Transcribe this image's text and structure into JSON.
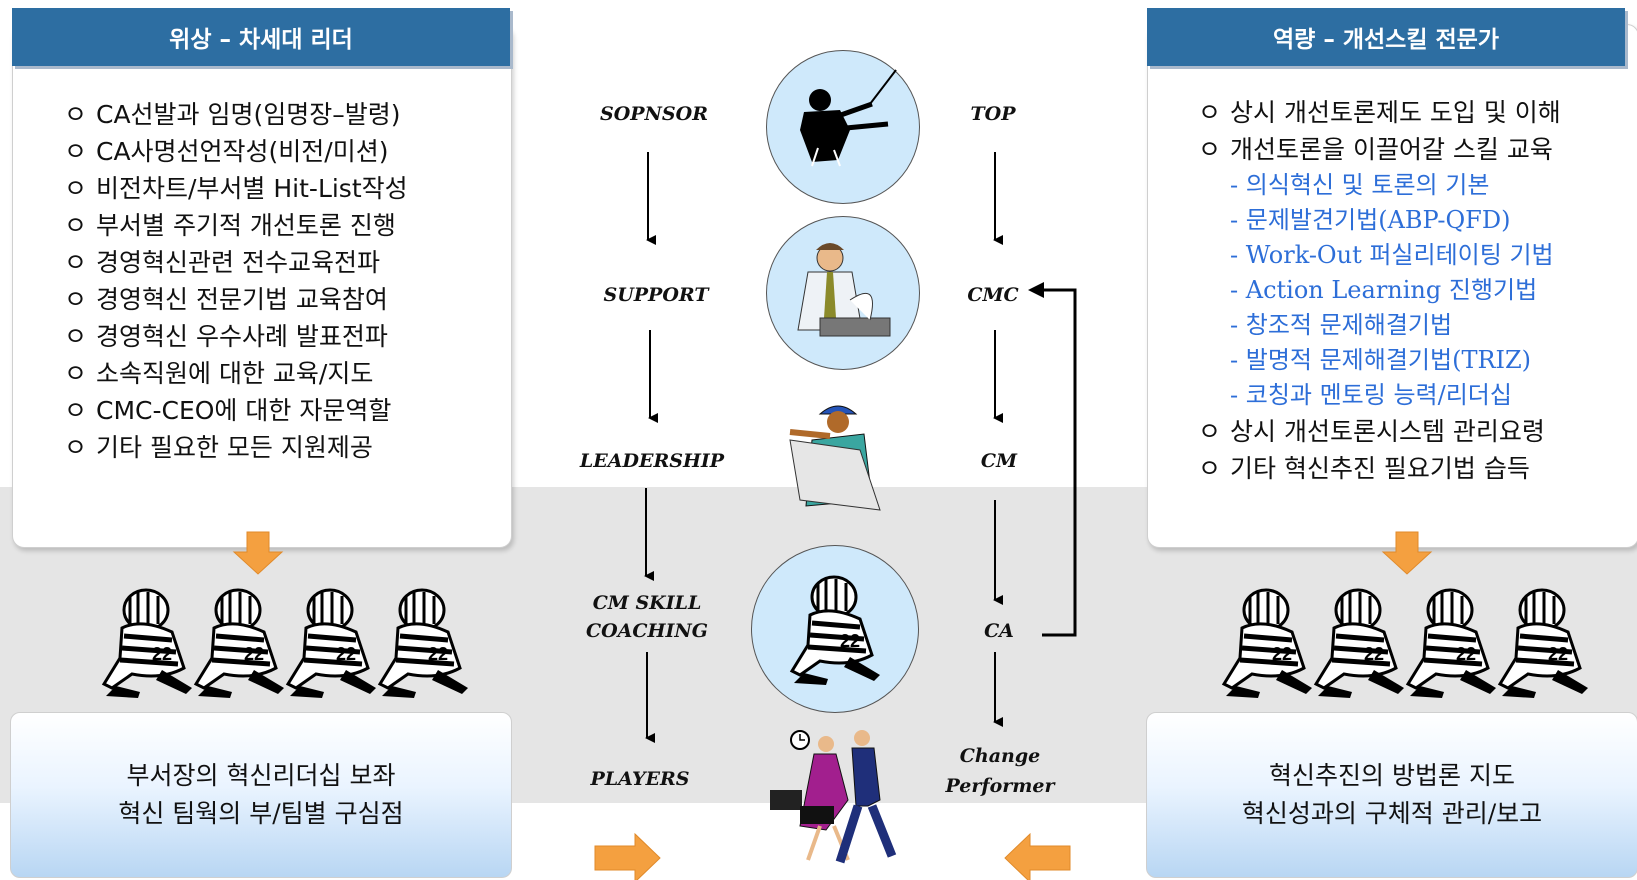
{
  "left_panel": {
    "header": "위상 – 차세대 리더",
    "items": [
      "CA선발과 임명(임명장–발령)",
      "CA사명선언작성(비전/미션)",
      "비전차트/부서별 Hit-List작성",
      "부서별 주기적 개선토론 진행",
      "경영혁신관련 전수교육전파",
      "경영혁신 전문기법 교육참여",
      "경영혁신 우수사례 발표전파",
      "소속직원에 대한 교육/지도",
      "CMC-CEO에 대한 자문역할",
      "기타 필요한 모든 지원제공"
    ],
    "bottom_lines": [
      "부서장의 혁신리더십 보좌",
      "혁신 팀웍의 부/팀별 구심점"
    ]
  },
  "right_panel": {
    "header": "역량 – 개선스킬 전문가",
    "items": [
      {
        "text": "상시 개선토론제도 도입 및 이해",
        "type": "main"
      },
      {
        "text": "개선토론을 이끌어갈 스킬 교육",
        "type": "main"
      },
      {
        "text": "- 의식혁신 및 토론의 기본",
        "type": "sub"
      },
      {
        "text": "- 문제발견기법(ABP-QFD)",
        "type": "sub"
      },
      {
        "text": "- Work-Out 퍼실리테이팅 기법",
        "type": "sub"
      },
      {
        "text": "- Action Learning 진행기법",
        "type": "sub"
      },
      {
        "text": "- 창조적 문제해결기법",
        "type": "sub"
      },
      {
        "text": "- 발명적 문제해결기법(TRIZ)",
        "type": "sub"
      },
      {
        "text": "- 코칭과 멘토링 능력/리더십",
        "type": "sub"
      },
      {
        "text": "상시 개선토론시스템 관리요령",
        "type": "main"
      },
      {
        "text": "기타 혁신추진 필요기법 습득",
        "type": "main"
      }
    ],
    "bottom_lines": [
      "혁신추진의 방법론 지도",
      "혁신성과의 구체적 관리/보고"
    ]
  },
  "bullet": "ㅇ",
  "flow_left": [
    "SOPNSOR",
    "SUPPORT",
    "LEADERSHIP",
    "CM SKILL",
    "COACHING",
    "PLAYERS"
  ],
  "flow_right": [
    "TOP",
    "CMC",
    "CM",
    "CA",
    "Change",
    "Performer"
  ],
  "colors": {
    "header_bg": "#2d6ea2",
    "sub_item_text": "#2d6ed8",
    "circle_fill": "#cfe9fb",
    "arrow_orange": "#f4a040",
    "band_gray": "#e5e5e5"
  }
}
